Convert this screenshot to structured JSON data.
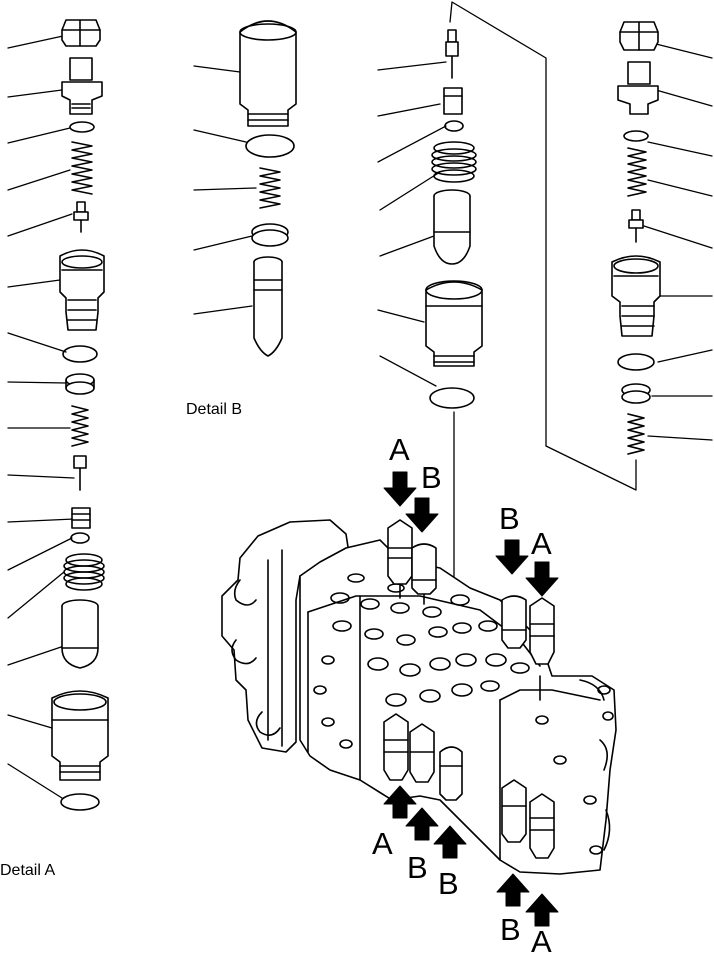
{
  "captions": {
    "detail_a": "Detail A",
    "detail_b": "Detail B"
  },
  "callouts": {
    "top_left_a": "A",
    "top_left_b": "B",
    "top_right_b": "B",
    "top_right_a": "A",
    "bottom_left_a": "A",
    "bottom_left_b1": "B",
    "bottom_left_b2": "B",
    "bottom_right_b": "B",
    "bottom_right_a": "A"
  },
  "colors": {
    "line": "#000000",
    "fill": "#ffffff"
  }
}
